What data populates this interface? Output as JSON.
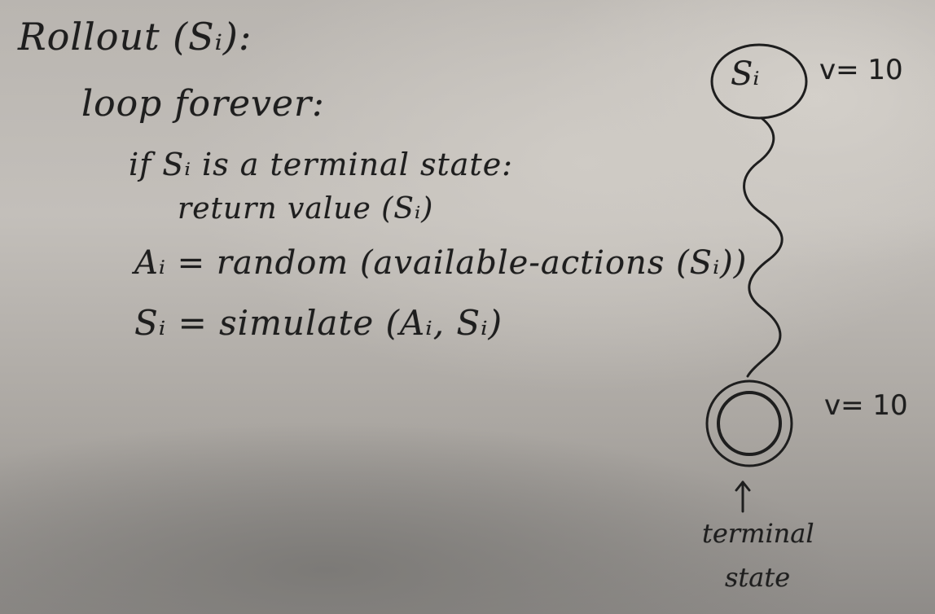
{
  "pseudocode": {
    "line1": "Rollout (Sᵢ):",
    "line2": "loop forever:",
    "line3": "if Sᵢ is a terminal state:",
    "line4": "return value (Sᵢ)",
    "line5": "Aᵢ = random (available-actions (Sᵢ))",
    "line6": "Sᵢ = simulate (Aᵢ, Sᵢ)"
  },
  "diagram": {
    "start_node": "Sᵢ",
    "start_value": "v= 10",
    "end_value": "v= 10",
    "end_caption_line1": "terminal",
    "end_caption_line2": "state"
  }
}
